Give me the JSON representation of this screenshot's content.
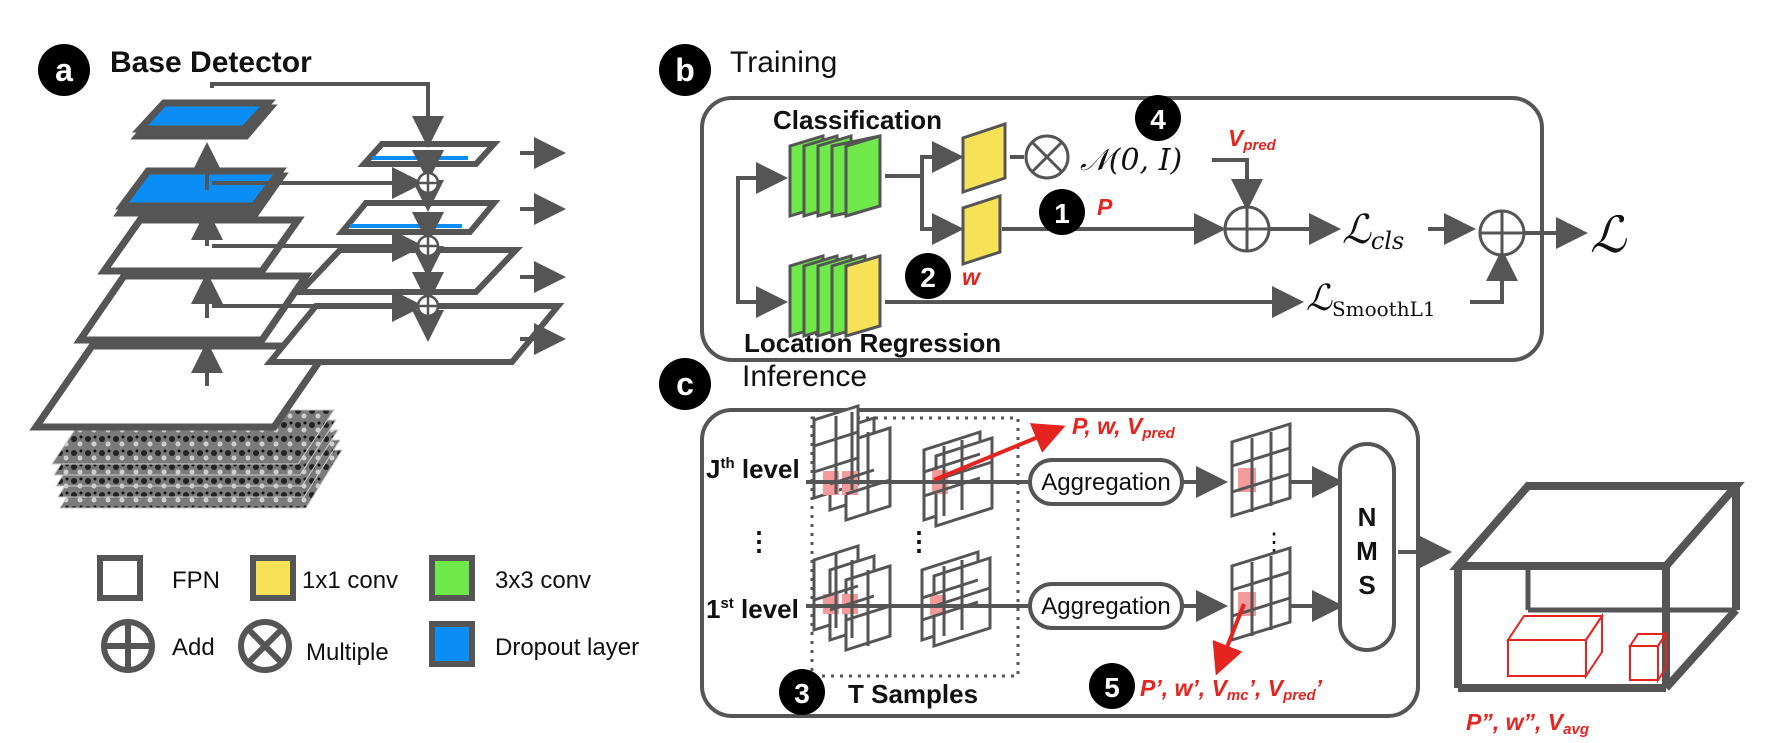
{
  "panels": {
    "a": {
      "badge": "a",
      "title": "Base Detector"
    },
    "b": {
      "badge": "b",
      "title": "Training"
    },
    "c": {
      "badge": "c",
      "title": "Inference"
    }
  },
  "legend": {
    "fpn": "FPN",
    "conv1": "1x1 conv",
    "conv3": "3x3 conv",
    "add": "Add",
    "multiple": "Multiple",
    "dropout": "Dropout layer"
  },
  "training": {
    "classification": "Classification",
    "location_regression": "Location Regression",
    "normal": "𝒩(0, I)",
    "v_pred_main": "V",
    "v_pred_sub": "pred",
    "p_label": "P",
    "w_label": "w",
    "l_cls_main": "ℒ",
    "l_cls_sub": "cls",
    "l_smooth_main": "ℒ",
    "l_smooth_sub": "SmoothL1",
    "l_total": "ℒ",
    "step1": "1",
    "step2": "2",
    "step4": "4"
  },
  "inference": {
    "jth_main": "J",
    "jth_sup": "th",
    "jth_tail": " level",
    "first_main": "1",
    "first_sup": "st",
    "first_tail": " level",
    "aggregation_top": "Aggregation",
    "aggregation_bottom": "Aggregation",
    "nms": [
      "N",
      "M",
      "S"
    ],
    "t_samples": "T Samples",
    "top_out": "P, w, V",
    "top_out_sub": "pred",
    "bottom_out_a": "P’, w’, V",
    "bottom_out_sub1": "mc",
    "bottom_out_b": "’, V",
    "bottom_out_sub2": "pred",
    "bottom_out_c": "’",
    "final_out": "P”, w”, V",
    "final_out_sub": "avg",
    "step3": "3",
    "step5": "5"
  },
  "colors": {
    "gray": "#555555",
    "blue": "#0a8ef5",
    "green": "#6fe84a",
    "yellow": "#f7e257",
    "red": "#e52420",
    "pink": "#f59a9a"
  }
}
